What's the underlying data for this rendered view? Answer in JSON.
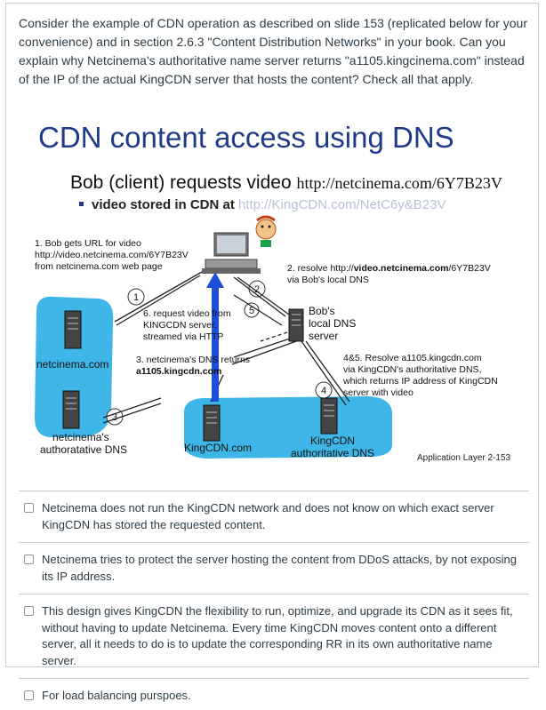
{
  "question": {
    "text": "Consider the example of CDN operation as described on slide 153 (replicated below for your convenience) and in section 2.6.3 \"Content Distribution Networks\" in your book. Can you explain why Netcinema's authoritative name server returns \"a1105.kingcinema.com\" instead of the IP of the actual KingCDN server that hosts the content? Check all that apply."
  },
  "slide": {
    "title": "CDN content access using DNS",
    "subtitle_prefix": "Bob (client) requests video ",
    "subtitle_url": "http://netcinema.com/6Y7B23V",
    "bullet_prefix": "video stored in CDN at ",
    "bullet_url": "http://KingCDN.com/NetC6y&B23V",
    "step1": [
      "1. Bob gets URL for video",
      "http://video.netcinema.com/6Y7B23V",
      "from netcinema.com web page"
    ],
    "step2_line1_prefix": "2. resolve http://",
    "step2_line1_bold": "video.netcinema.com",
    "step2_line1_suffix": "/6Y7B23V",
    "step2_line2": "via Bob's local DNS",
    "step6": [
      "6. request video from",
      "KINGCDN server,",
      "streamed via HTTP"
    ],
    "step3_line1": "3. netcinema's DNS returns",
    "step3_line2": "a1105.kingcdn.com",
    "step45": [
      "4&5. Resolve a1105.kingcdn.com",
      "via KingCDN's authoritative DNS,",
      "which returns IP address of KingCDN",
      "server with video"
    ],
    "local_dns": [
      "Bob's",
      "local DNS",
      "server"
    ],
    "netcinema_label": "netcinema.com",
    "netcinema_dns": [
      "netcinema's",
      "authoratative DNS"
    ],
    "kingcdn_label": "KingCDN.com",
    "kingcdn_dns": [
      "KingCDN",
      "authoritative DNS"
    ],
    "num1": "1",
    "num2": "2",
    "num3": "3",
    "num4": "4",
    "num5": "5",
    "footer": "Application Layer 2-153"
  },
  "answers": [
    {
      "text": "Netcinema does not run the KingCDN network and does not know on which exact server KingCDN has stored the requested content.",
      "checked": false
    },
    {
      "text": "Netcinema tries to protect the server hosting the content from DDoS attacks, by not exposing its IP address.",
      "checked": false
    },
    {
      "text": "This design gives KingCDN the flexibility to run, optimize, and upgrade its CDN as it sees fit, without having to update Netcinema. Every time KingCDN moves content onto a different server, all it needs to do is to update the corresponding RR in its own authoritative name server.",
      "checked": false
    },
    {
      "text": "For load balancing purspoes.",
      "checked": false
    }
  ],
  "colors": {
    "title_blue": "#1f3a8a",
    "url_gray": "#b9c3d6",
    "highlight_cyan": "#3fb6e8",
    "text": "#2d3b45",
    "border": "#c7cdd1"
  }
}
